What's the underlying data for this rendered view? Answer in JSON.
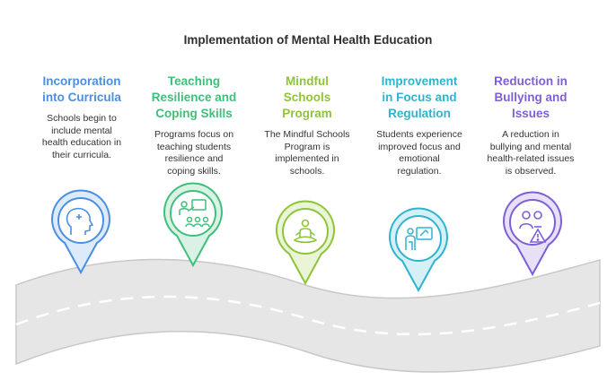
{
  "title": "Implementation of Mental Health Education",
  "stages": [
    {
      "heading": [
        "Incorporation",
        "into Curricula"
      ],
      "body": [
        "Schools begin to",
        "include mental",
        "health education in",
        "their curricula."
      ],
      "color": "#4a8fe0",
      "icon": "head-medical-cross-icon"
    },
    {
      "heading": [
        "Teaching",
        "Resilience and",
        "Coping Skills"
      ],
      "body": [
        "Programs focus on",
        "teaching students",
        "resilience and",
        "coping skills."
      ],
      "color": "#3fbf7a",
      "icon": "teacher-students-icon"
    },
    {
      "heading": [
        "Mindful",
        "Schools",
        "Program"
      ],
      "body": [
        "The Mindful Schools",
        "Program is",
        "implemented in",
        "schools."
      ],
      "color": "#8fc43a",
      "icon": "meditation-icon"
    },
    {
      "heading": [
        "Improvement",
        "in Focus and",
        "Regulation"
      ],
      "body": [
        "Students experience",
        "improved focus and",
        "emotional",
        "regulation."
      ],
      "color": "#2fb4cf",
      "icon": "student-screen-icon"
    },
    {
      "heading": [
        "Reduction in",
        "Bullying and",
        "Issues"
      ],
      "body": [
        "A reduction in",
        "bullying and mental",
        "health-related issues",
        "is observed."
      ],
      "color": "#7e5fd8",
      "icon": "users-warning-icon"
    }
  ]
}
